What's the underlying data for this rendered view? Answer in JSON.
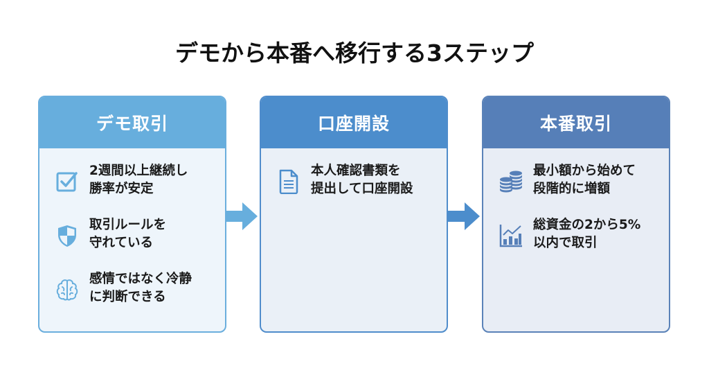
{
  "title": "デモから本番へ移行する3ステップ",
  "colors": {
    "step1": "#67aedd",
    "step2": "#4c8dcc",
    "step3": "#567fb8",
    "arrow1": "#67aedd",
    "arrow2": "#4c8dcc"
  },
  "steps": [
    {
      "header": "デモ取引",
      "items": [
        {
          "icon": "checkbox-icon",
          "lines": [
            "2週間以上継続し",
            "勝率が安定"
          ]
        },
        {
          "icon": "shield-icon",
          "lines": [
            "取引ルールを",
            "守れている"
          ]
        },
        {
          "icon": "brain-icon",
          "lines": [
            "感情ではなく冷静",
            "に判断できる"
          ]
        }
      ]
    },
    {
      "header": "口座開設",
      "items": [
        {
          "icon": "document-icon",
          "lines": [
            "本人確認書類を",
            "提出して口座開設"
          ]
        }
      ]
    },
    {
      "header": "本番取引",
      "items": [
        {
          "icon": "coins-icon",
          "lines": [
            "最小額から始めて",
            "段階的に増額"
          ]
        },
        {
          "icon": "bar-chart-icon",
          "lines": [
            "総資金の2から5%",
            "以内で取引"
          ]
        }
      ]
    }
  ]
}
